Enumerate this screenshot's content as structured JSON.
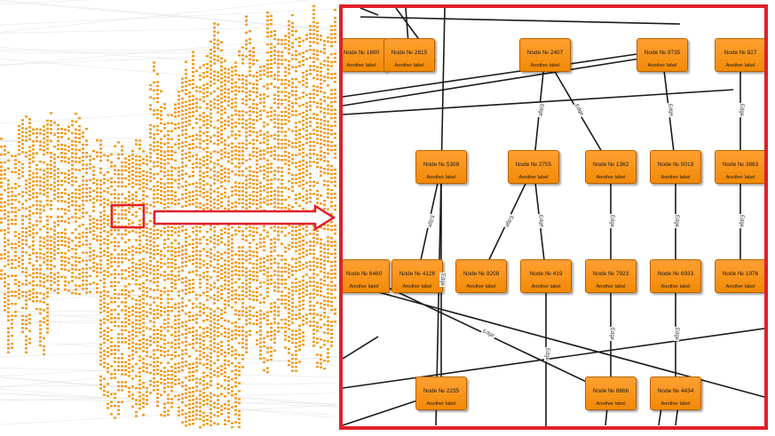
{
  "diagram": {
    "node_label": "Another label",
    "edge_label": "Edge",
    "nodes": [
      {
        "id": "a",
        "name": "Node № 1690"
      },
      {
        "id": "b",
        "name": "Node № 2815"
      },
      {
        "id": "c",
        "name": "Node № 2407"
      },
      {
        "id": "d",
        "name": "Node № 9735"
      },
      {
        "id": "e",
        "name": "Node № 927"
      },
      {
        "id": "f",
        "name": "Node № 5308"
      },
      {
        "id": "g",
        "name": "Node № 2755"
      },
      {
        "id": "h",
        "name": "Node № 1362"
      },
      {
        "id": "i",
        "name": "Node № 5019"
      },
      {
        "id": "j",
        "name": "Node № 3863"
      },
      {
        "id": "k",
        "name": "Node № 6460"
      },
      {
        "id": "l",
        "name": "Node № 4126"
      },
      {
        "id": "m",
        "name": "Node № 9208"
      },
      {
        "id": "n",
        "name": "Node № 419"
      },
      {
        "id": "o",
        "name": "Node № 7923"
      },
      {
        "id": "p",
        "name": "Node № 6933"
      },
      {
        "id": "q",
        "name": "Node № 1976"
      },
      {
        "id": "r",
        "name": "Node № 2235"
      },
      {
        "id": "s",
        "name": "Node № 8666"
      },
      {
        "id": "t",
        "name": "Node № 4434"
      }
    ],
    "edges": [
      {
        "from": "c",
        "to": "g",
        "labeled": true
      },
      {
        "from": "c",
        "to": "h",
        "labeled": true
      },
      {
        "from": "d",
        "to": "i",
        "labeled": true
      },
      {
        "from": "e",
        "to": "j",
        "labeled": true
      },
      {
        "from": "f",
        "to": "l",
        "labeled": true
      },
      {
        "from": "g",
        "to": "m",
        "labeled": true
      },
      {
        "from": "g",
        "to": "n",
        "labeled": true
      },
      {
        "from": "h",
        "to": "o",
        "labeled": true
      },
      {
        "from": "i",
        "to": "p",
        "labeled": true
      },
      {
        "from": "j",
        "to": "q",
        "labeled": true
      },
      {
        "from": "o",
        "to": "s",
        "labeled": true
      },
      {
        "from": "p",
        "to": "t",
        "labeled": true
      },
      {
        "from": "f",
        "to": "r",
        "labeled": true
      },
      {
        "from": "k",
        "to": "s",
        "labeled": true
      },
      {
        "from": "n",
        "to": "bottom",
        "labeled": true
      },
      {
        "from": "d",
        "to": "left",
        "labeled": false
      },
      {
        "from": "b",
        "to": "top",
        "labeled": false
      }
    ]
  },
  "colors": {
    "node_fill": "#f7920c",
    "highlight": "#e0202a",
    "overview_dots": "#f39a1e"
  }
}
